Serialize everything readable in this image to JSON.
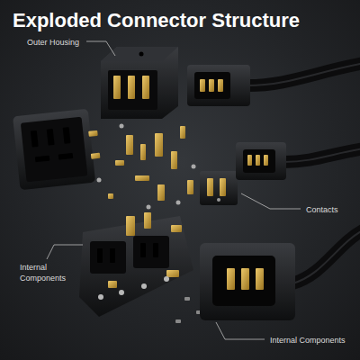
{
  "diagram": {
    "title": "Exploded Connector Structure",
    "labels": [
      "Outer Housing",
      "Contacts",
      "Internal Components",
      "Internal Components"
    ]
  }
}
